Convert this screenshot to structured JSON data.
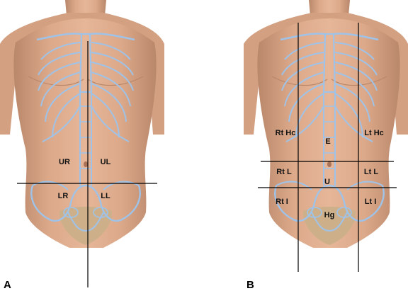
{
  "colors": {
    "skin": "#dba888",
    "skin_shadow": "#b9876a",
    "skeleton": "#9fc3e8",
    "pubic": "#cdb089",
    "line": "#000000"
  },
  "panel_a": {
    "label": "A",
    "regions": {
      "ur": "UR",
      "ul": "UL",
      "lr": "LR",
      "ll": "LL"
    }
  },
  "panel_b": {
    "label": "B",
    "regions": {
      "rt_hc": "Rt Hc",
      "e": "E",
      "lt_hc": "Lt Hc",
      "rt_l": "Rt L",
      "u": "U",
      "lt_l": "Lt L",
      "rt_i": "Rt I",
      "hg": "Hg",
      "lt_i": "Lt I"
    }
  }
}
